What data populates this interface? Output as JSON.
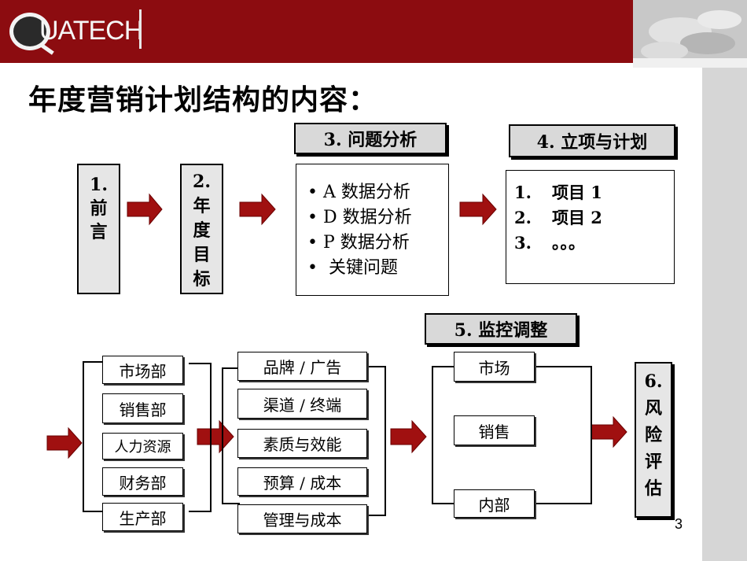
{
  "brand": {
    "logo_text": "UATECH"
  },
  "slide": {
    "title": "年度营销计划结构的内容：",
    "page_number": "3"
  },
  "steps": {
    "s1": [
      "1.",
      "前",
      "言"
    ],
    "s2": [
      "2.",
      "年",
      "度",
      "目",
      "标"
    ],
    "s3": {
      "header": "3. 问题分析",
      "items": [
        "A 数据分析",
        "D 数据分析",
        "P 数据分析",
        "关键问题"
      ]
    },
    "s4": {
      "header": "4. 立项与计划",
      "items": [
        {
          "num": "1.",
          "text": "项目 1"
        },
        {
          "num": "2.",
          "text": "项目 2"
        },
        {
          "num": "3.",
          "text": "。。。"
        }
      ]
    },
    "s5": {
      "header": "5. 监控调整",
      "items": [
        "市场",
        "销售",
        "内部"
      ]
    },
    "s6": [
      "6.",
      "风",
      "险",
      "评",
      "估"
    ]
  },
  "departments": [
    "市场部",
    "销售部",
    "人力资源",
    "财务部",
    "生产部"
  ],
  "aspects": [
    "品牌 / 广告",
    "渠道 / 终端",
    "素质与效能",
    "预算 / 成本",
    "管理与成本"
  ],
  "colors": {
    "header_red": "#8c0c10",
    "arrow_red": "#a01010",
    "gray_fill": "#e6e6e6"
  }
}
